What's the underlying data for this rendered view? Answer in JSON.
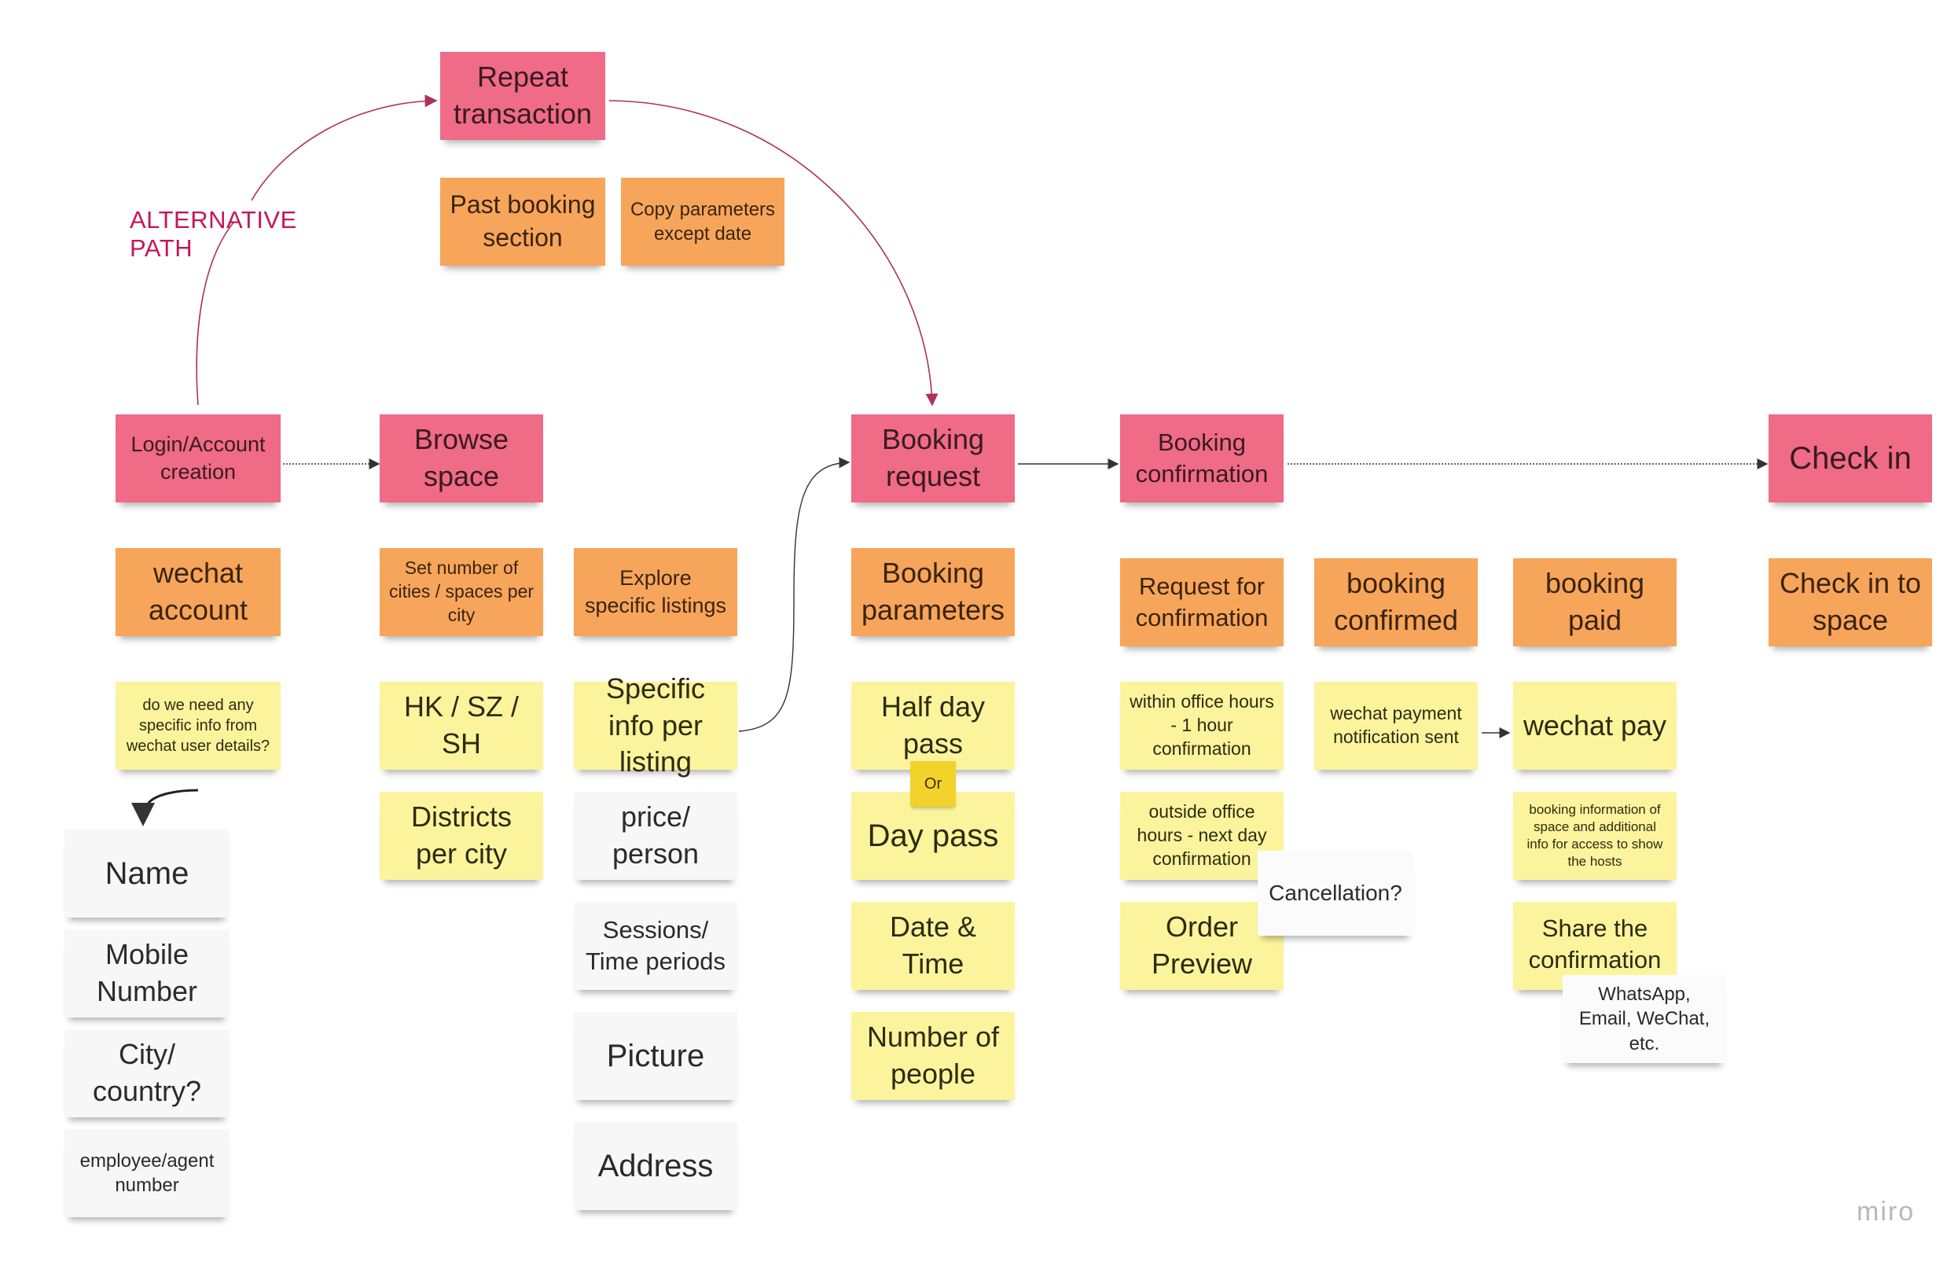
{
  "alt_path_label": "ALTERNATIVE PATH",
  "repeat": {
    "title": "Repeat transaction",
    "past_booking": "Past booking section",
    "copy_params": "Copy parameters except date"
  },
  "login": {
    "title": "Login/Account creation",
    "wechat_account": "wechat account",
    "question": "do we need any specific info from wechat user details?",
    "fields": [
      "Name",
      "Mobile Number",
      "City/ country?",
      "employee/agent number"
    ]
  },
  "browse": {
    "title": "Browse space",
    "set_number": "Set number of cities / spaces per city",
    "explore": "Explore specific listings",
    "cities": "HK / SZ / SH",
    "districts": "Districts per city",
    "specific_info": "Specific info per listing",
    "listing_fields": [
      "price/ person",
      "Sessions/ Time periods",
      "Picture",
      "Address"
    ]
  },
  "booking_request": {
    "title": "Booking request",
    "parameters": "Booking parameters",
    "half_day": "Half day pass",
    "or": "Or",
    "day_pass": "Day pass",
    "date_time": "Date & Time",
    "people": "Number of people"
  },
  "confirmation": {
    "title": "Booking confirmation",
    "request": "Request for confirmation",
    "within": "within office hours - 1 hour confirmation",
    "outside": "outside office hours - next day confirmation",
    "order_preview": "Order Preview",
    "cancellation": "Cancellation?",
    "confirmed": "booking confirmed",
    "payment_notification": "wechat payment notification sent",
    "paid": "booking paid",
    "wechat_pay": "wechat pay",
    "booking_info": "booking information of space and additional info for access to show the hosts",
    "share": "Share the confirmation",
    "share_channels": "WhatsApp, Email, WeChat, etc."
  },
  "checkin": {
    "title": "Check in",
    "space": "Check in to space"
  },
  "watermark": "miro",
  "colors": {
    "pink": "#ef6b86",
    "orange": "#f7a55a",
    "yellow": "#fbf49d",
    "white": "#f7f7f7",
    "accent": "#c2185b"
  }
}
